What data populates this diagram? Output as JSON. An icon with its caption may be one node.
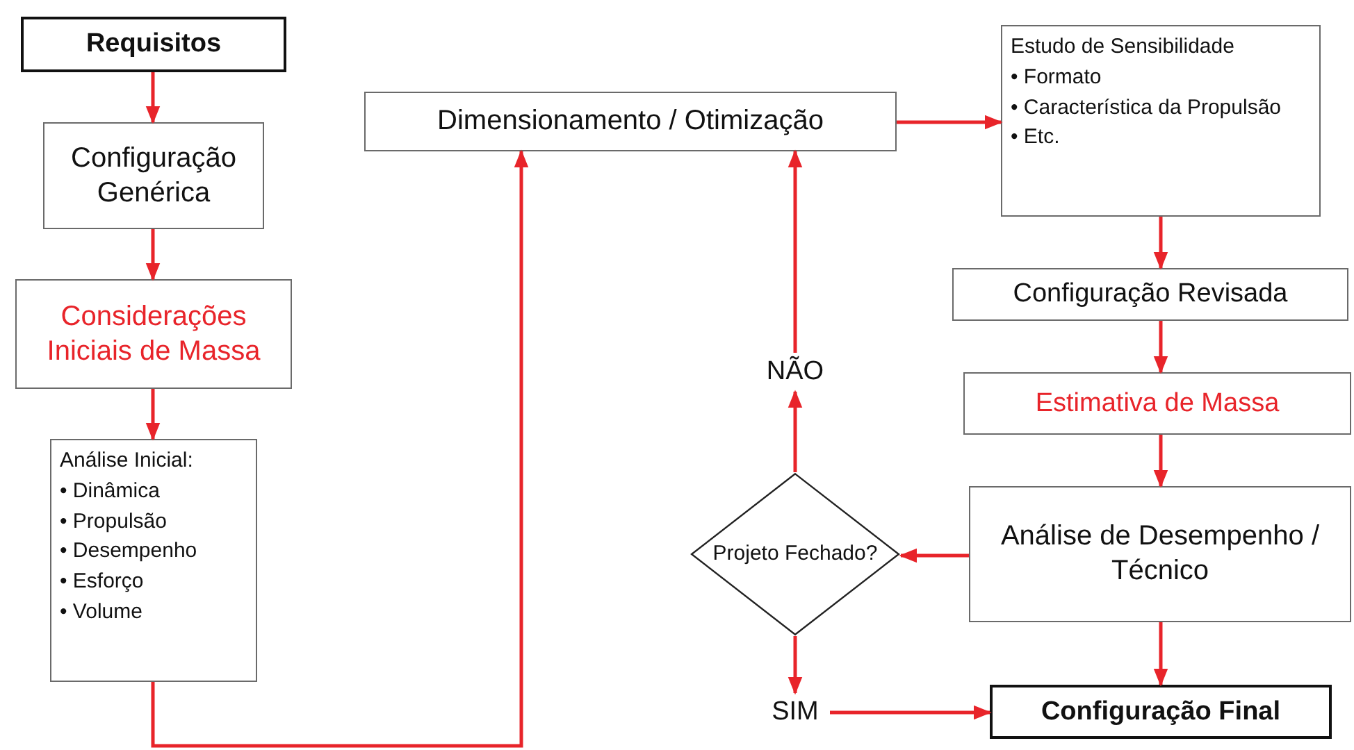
{
  "diagram": {
    "nodes": [
      {
        "text": [
          "Requisitos"
        ]
      },
      {
        "text": [
          "Configuração Genérica"
        ]
      },
      {
        "text": [
          "Considerações Iniciais de Massa"
        ]
      },
      {
        "text": [
          "Análise Inicial:",
          "• Dinâmica",
          "• Propulsão",
          "• Desempenho",
          "• Esforço",
          "• Volume"
        ]
      },
      {
        "text": [
          "Dimensionamento / Otimização"
        ]
      },
      {
        "text": [
          "Estudo de Sensibilidade",
          "• Formato",
          "• Característica da Propulsão",
          "• Etc."
        ]
      },
      {
        "text": [
          "Configuração Revisada"
        ]
      },
      {
        "text": [
          "Estimativa de Massa"
        ]
      },
      {
        "text": [
          "Análise de Desempenho / Técnico"
        ]
      },
      {
        "text": [
          "Projeto Fechado?"
        ]
      },
      {
        "text": [
          "NÃO"
        ]
      },
      {
        "text": [
          "SIM"
        ]
      },
      {
        "text": [
          "Configuração Final"
        ]
      }
    ],
    "edges": [
      {
        "from": 0,
        "to": 1,
        "arrow": "to"
      },
      {
        "from": 1,
        "to": 2,
        "arrow": "to"
      },
      {
        "from": 2,
        "to": 3,
        "arrow": "to"
      },
      {
        "from": 3,
        "to": 4,
        "arrow": "to"
      },
      {
        "from": 4,
        "to": 5,
        "arrow": "to"
      },
      {
        "from": 5,
        "to": 6,
        "arrow": "to"
      },
      {
        "from": 6,
        "to": 7,
        "arrow": "to"
      },
      {
        "from": 7,
        "to": 8,
        "arrow": "to"
      },
      {
        "from": 8,
        "to": 9,
        "arrow": "to"
      },
      {
        "from": 9,
        "to": 10,
        "arrow": "to"
      },
      {
        "from": 10,
        "to": 4,
        "arrow": "to"
      },
      {
        "from": 9,
        "to": 11,
        "arrow": "to"
      },
      {
        "from": 11,
        "to": 12,
        "arrow": "to"
      },
      {
        "from": 8,
        "to": 12,
        "arrow": "to"
      }
    ]
  }
}
